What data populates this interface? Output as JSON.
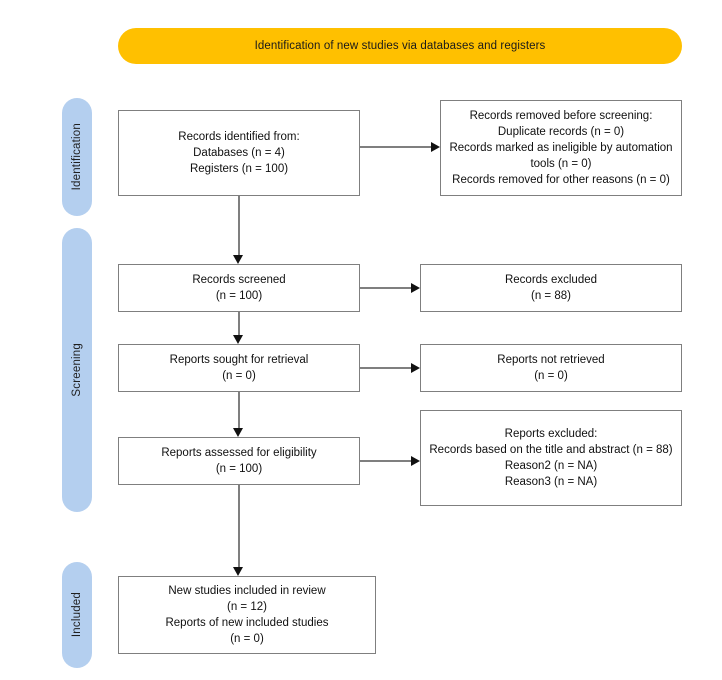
{
  "banner": {
    "title": "Identification of new studies via databases and registers",
    "color": "#FFC000"
  },
  "stages": {
    "color": "#B4CFEF",
    "identification": "Identification",
    "screening": "Screening",
    "included": "Included"
  },
  "boxes": {
    "identified": {
      "line1": "Records identified from:",
      "line2": "Databases (n = 4)",
      "line3": "Registers (n = 100)"
    },
    "removed": {
      "line1": "Records removed before screening:",
      "line2": "Duplicate records (n = 0)",
      "line3": "Records marked as ineligible by automation tools (n = 0)",
      "line4": "Records removed for other reasons (n = 0)"
    },
    "screened": {
      "line1": "Records screened",
      "line2": "(n = 100)"
    },
    "excluded": {
      "line1": "Records excluded",
      "line2": "(n = 88)"
    },
    "sought": {
      "line1": "Reports sought for retrieval",
      "line2": "(n = 0)"
    },
    "not_retrieved": {
      "line1": "Reports not retrieved",
      "line2": "(n = 0)"
    },
    "assessed": {
      "line1": "Reports assessed for eligibility",
      "line2": "(n = 100)"
    },
    "reports_excluded": {
      "line1": "Reports excluded:",
      "line2": "Records based on the title and abstract (n = 88)",
      "line3": "Reason2 (n = NA)",
      "line4": "Reason3 (n = NA)"
    },
    "included": {
      "line1": "New studies included in review",
      "line2": "(n = 12)",
      "line3": "Reports of new included studies",
      "line4": "(n = 0)"
    }
  }
}
